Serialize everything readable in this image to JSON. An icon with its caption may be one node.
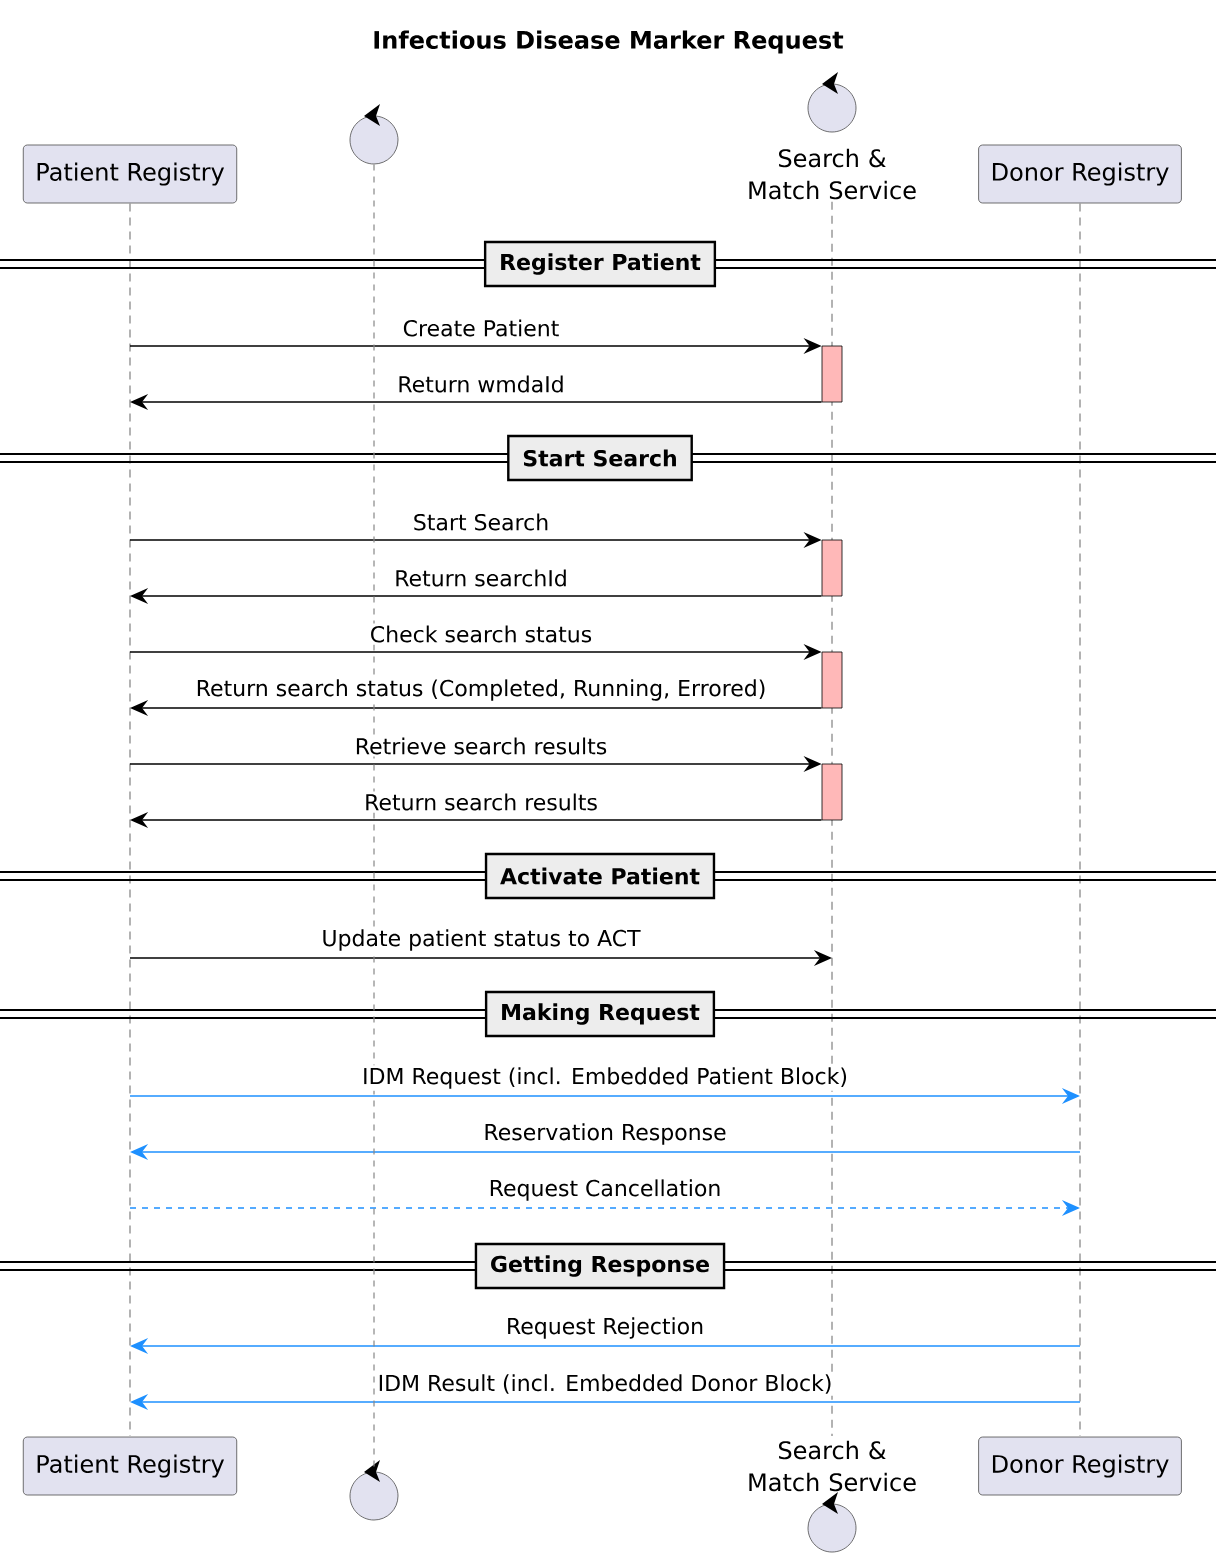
{
  "diagram": {
    "title": "Infectious Disease Marker Request",
    "nodes": [
      {
        "text": [
          "Patient Registry"
        ]
      },
      {
        "text": [],
        "shape": "circle"
      },
      {
        "text": [
          "Search & Match Service"
        ]
      },
      {
        "text": [
          "Donor Registry"
        ]
      },
      {
        "text": [
          "Register Patient"
        ]
      },
      {
        "text": [],
        "shape": "bar",
        "in": 2
      },
      {
        "text": [
          "Start Search"
        ]
      },
      {
        "text": [],
        "shape": "bar",
        "in": 2
      },
      {
        "text": [],
        "shape": "bar",
        "in": 2
      },
      {
        "text": [],
        "shape": "bar",
        "in": 2
      },
      {
        "text": [
          "Activate Patient"
        ]
      },
      {
        "text": [
          "Making Request"
        ]
      },
      {
        "text": [
          "Getting Response"
        ]
      },
      {
        "text": [
          "Patient Registry"
        ]
      },
      {
        "text": [],
        "shape": "circle"
      },
      {
        "text": [
          "Search & Match Service"
        ]
      },
      {
        "text": [
          "Donor Registry"
        ]
      }
    ],
    "edges": [
      {
        "from": 0,
        "to": 5,
        "arrow": "to",
        "label": "Create Patient"
      },
      {
        "from": 5,
        "to": 0,
        "arrow": "to",
        "label": "Return wmdaId"
      },
      {
        "from": 0,
        "to": 7,
        "arrow": "to",
        "label": "Start Search"
      },
      {
        "from": 7,
        "to": 0,
        "arrow": "to",
        "label": "Return searchId"
      },
      {
        "from": 0,
        "to": 8,
        "arrow": "to",
        "label": "Check search status"
      },
      {
        "from": 8,
        "to": 0,
        "arrow": "to",
        "label": "Return search status (Completed, Running, Errored)"
      },
      {
        "from": 0,
        "to": 9,
        "arrow": "to",
        "label": "Retrieve search results"
      },
      {
        "from": 9,
        "to": 0,
        "arrow": "to",
        "label": "Return search results"
      },
      {
        "from": 0,
        "to": 2,
        "arrow": "to",
        "label": "Update patient status to ACT"
      },
      {
        "from": 0,
        "to": 3,
        "arrow": "to",
        "label": "IDM Request (incl. Embedded Patient Block)",
        "color": "#1e90ff"
      },
      {
        "from": 3,
        "to": 0,
        "arrow": "to",
        "label": "Reservation Response",
        "color": "#1e90ff"
      },
      {
        "from": 0,
        "to": 3,
        "arrow": "to",
        "label": "Request Cancellation",
        "color": "#1e90ff",
        "style": "dashed"
      },
      {
        "from": 3,
        "to": 0,
        "arrow": "to",
        "label": "Request Rejection",
        "color": "#1e90ff"
      },
      {
        "from": 3,
        "to": 0,
        "arrow": "to",
        "label": "IDM Result (incl. Embedded Donor Block)",
        "color": "#1e90ff"
      },
      {
        "from": 1,
        "to": 14,
        "arrow": "none",
        "style": "dashed",
        "color": "#888888"
      }
    ]
  }
}
